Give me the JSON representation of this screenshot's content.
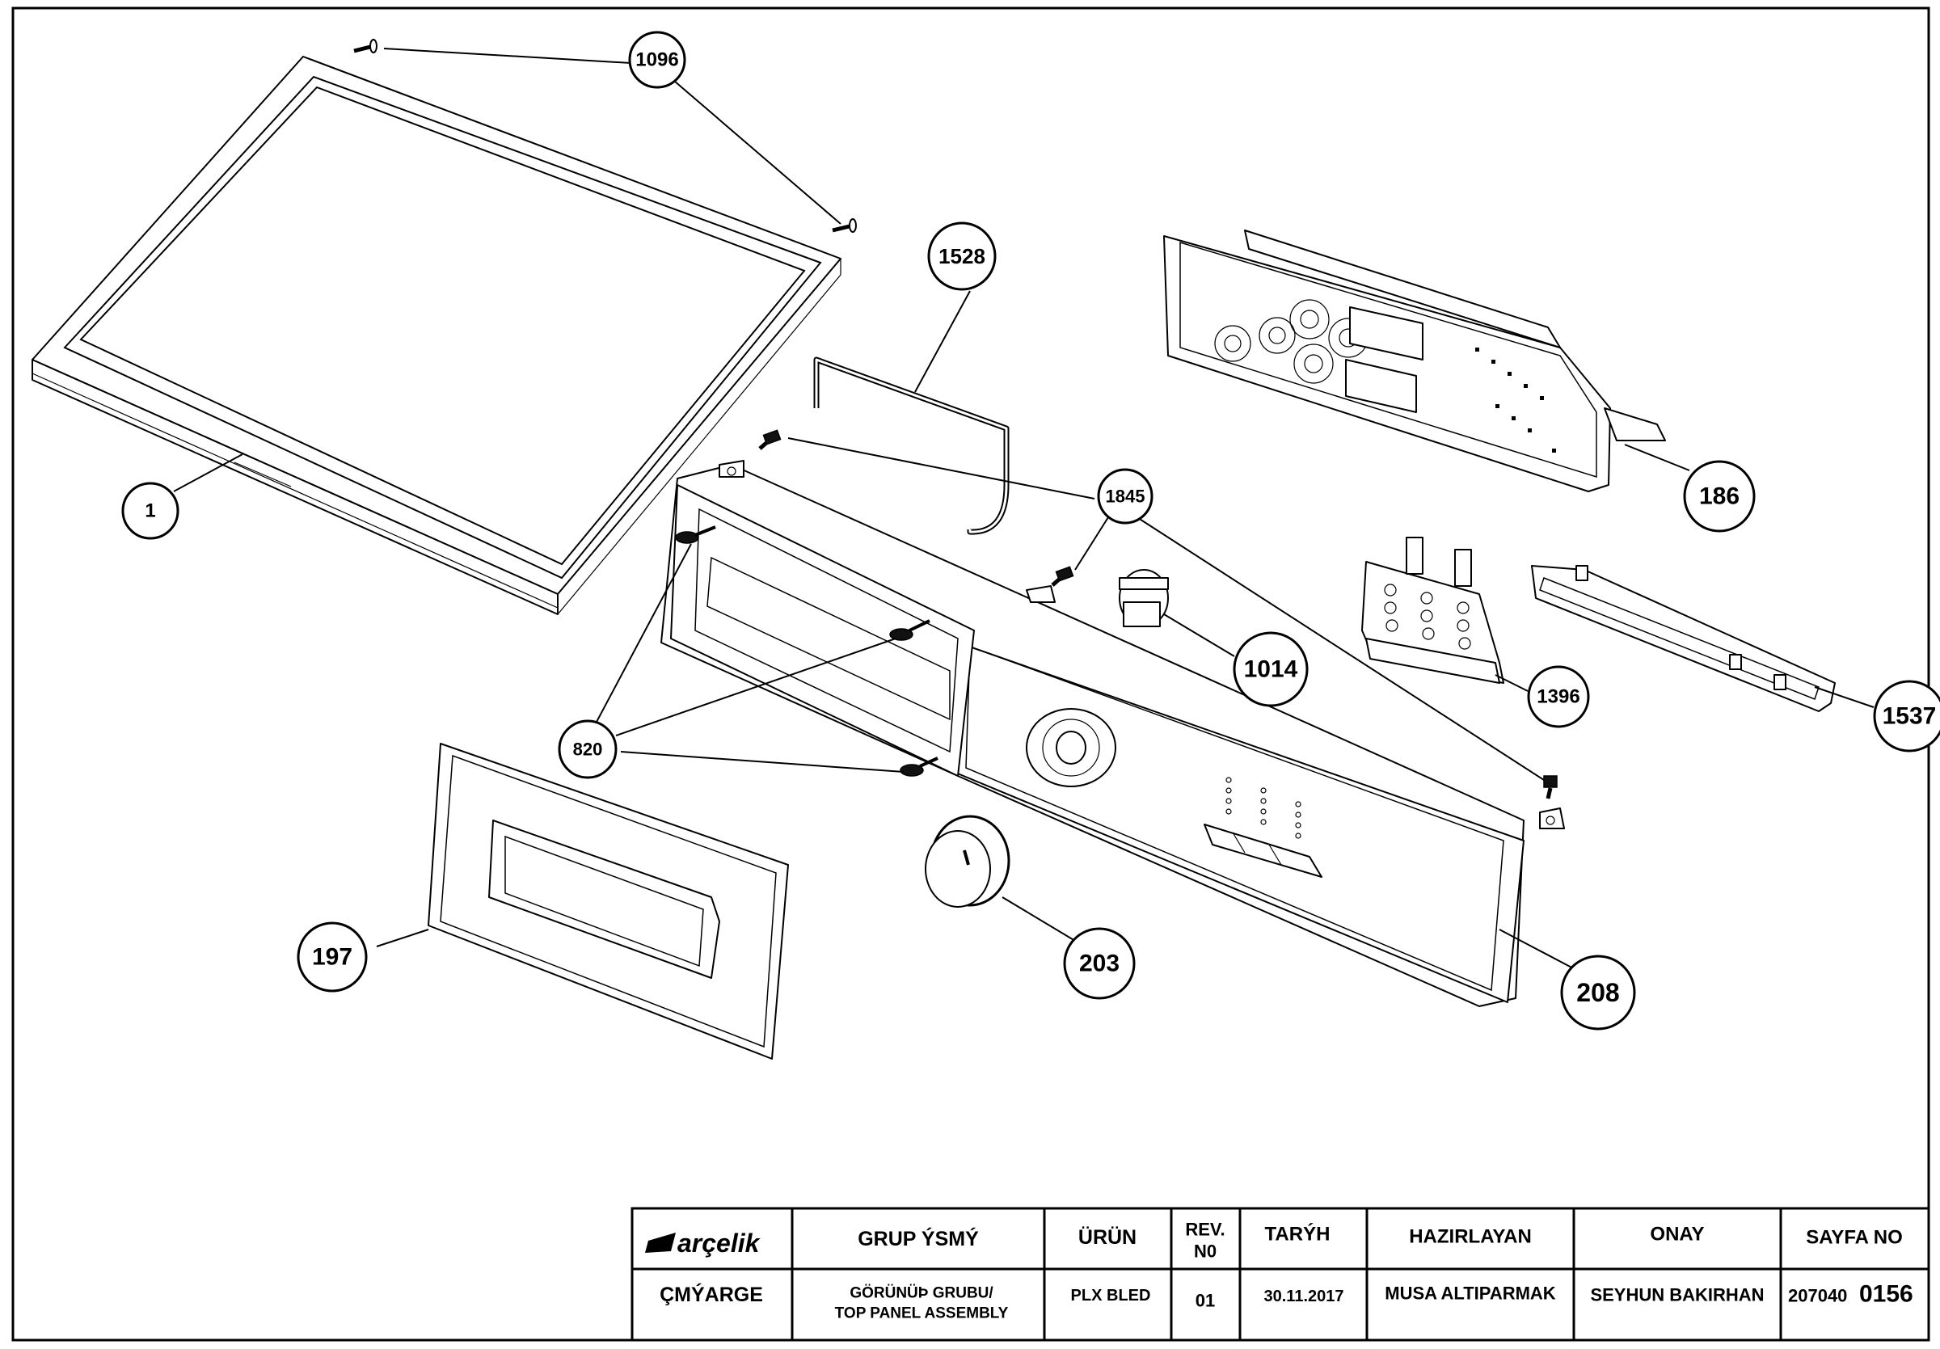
{
  "callouts": {
    "c1": "1",
    "c1096": "1096",
    "c1528": "1528",
    "c186": "186",
    "c1845": "1845",
    "c1014": "1014",
    "c1396": "1396",
    "c1537": "1537",
    "c820": "820",
    "c197": "197",
    "c203": "203",
    "c208": "208"
  },
  "title_block": {
    "logo": "arçelik",
    "group_name_label": "GRUP ÝSMÝ",
    "product_label": "ÜRÜN",
    "rev_label_line1": "REV.",
    "rev_label_line2": "N0",
    "date_label": "TARÝH",
    "prepared_label": "HAZIRLAYAN",
    "approval_label": "ONAY",
    "page_label": "SAYFA NO",
    "department": "ÇMÝARGE",
    "group_name_line1": "GÖRÜNÜÞ GRUBU/",
    "group_name_line2": "TOP PANEL ASSEMBLY",
    "product": "PLX  BLED",
    "rev": "01",
    "date": "30.11.2017",
    "prepared_by": "MUSA ALTIPARMAK",
    "approved_by": "SEYHUN BAKIRHAN",
    "page_no_prefix": "207040",
    "page_no_suffix": "0156"
  }
}
